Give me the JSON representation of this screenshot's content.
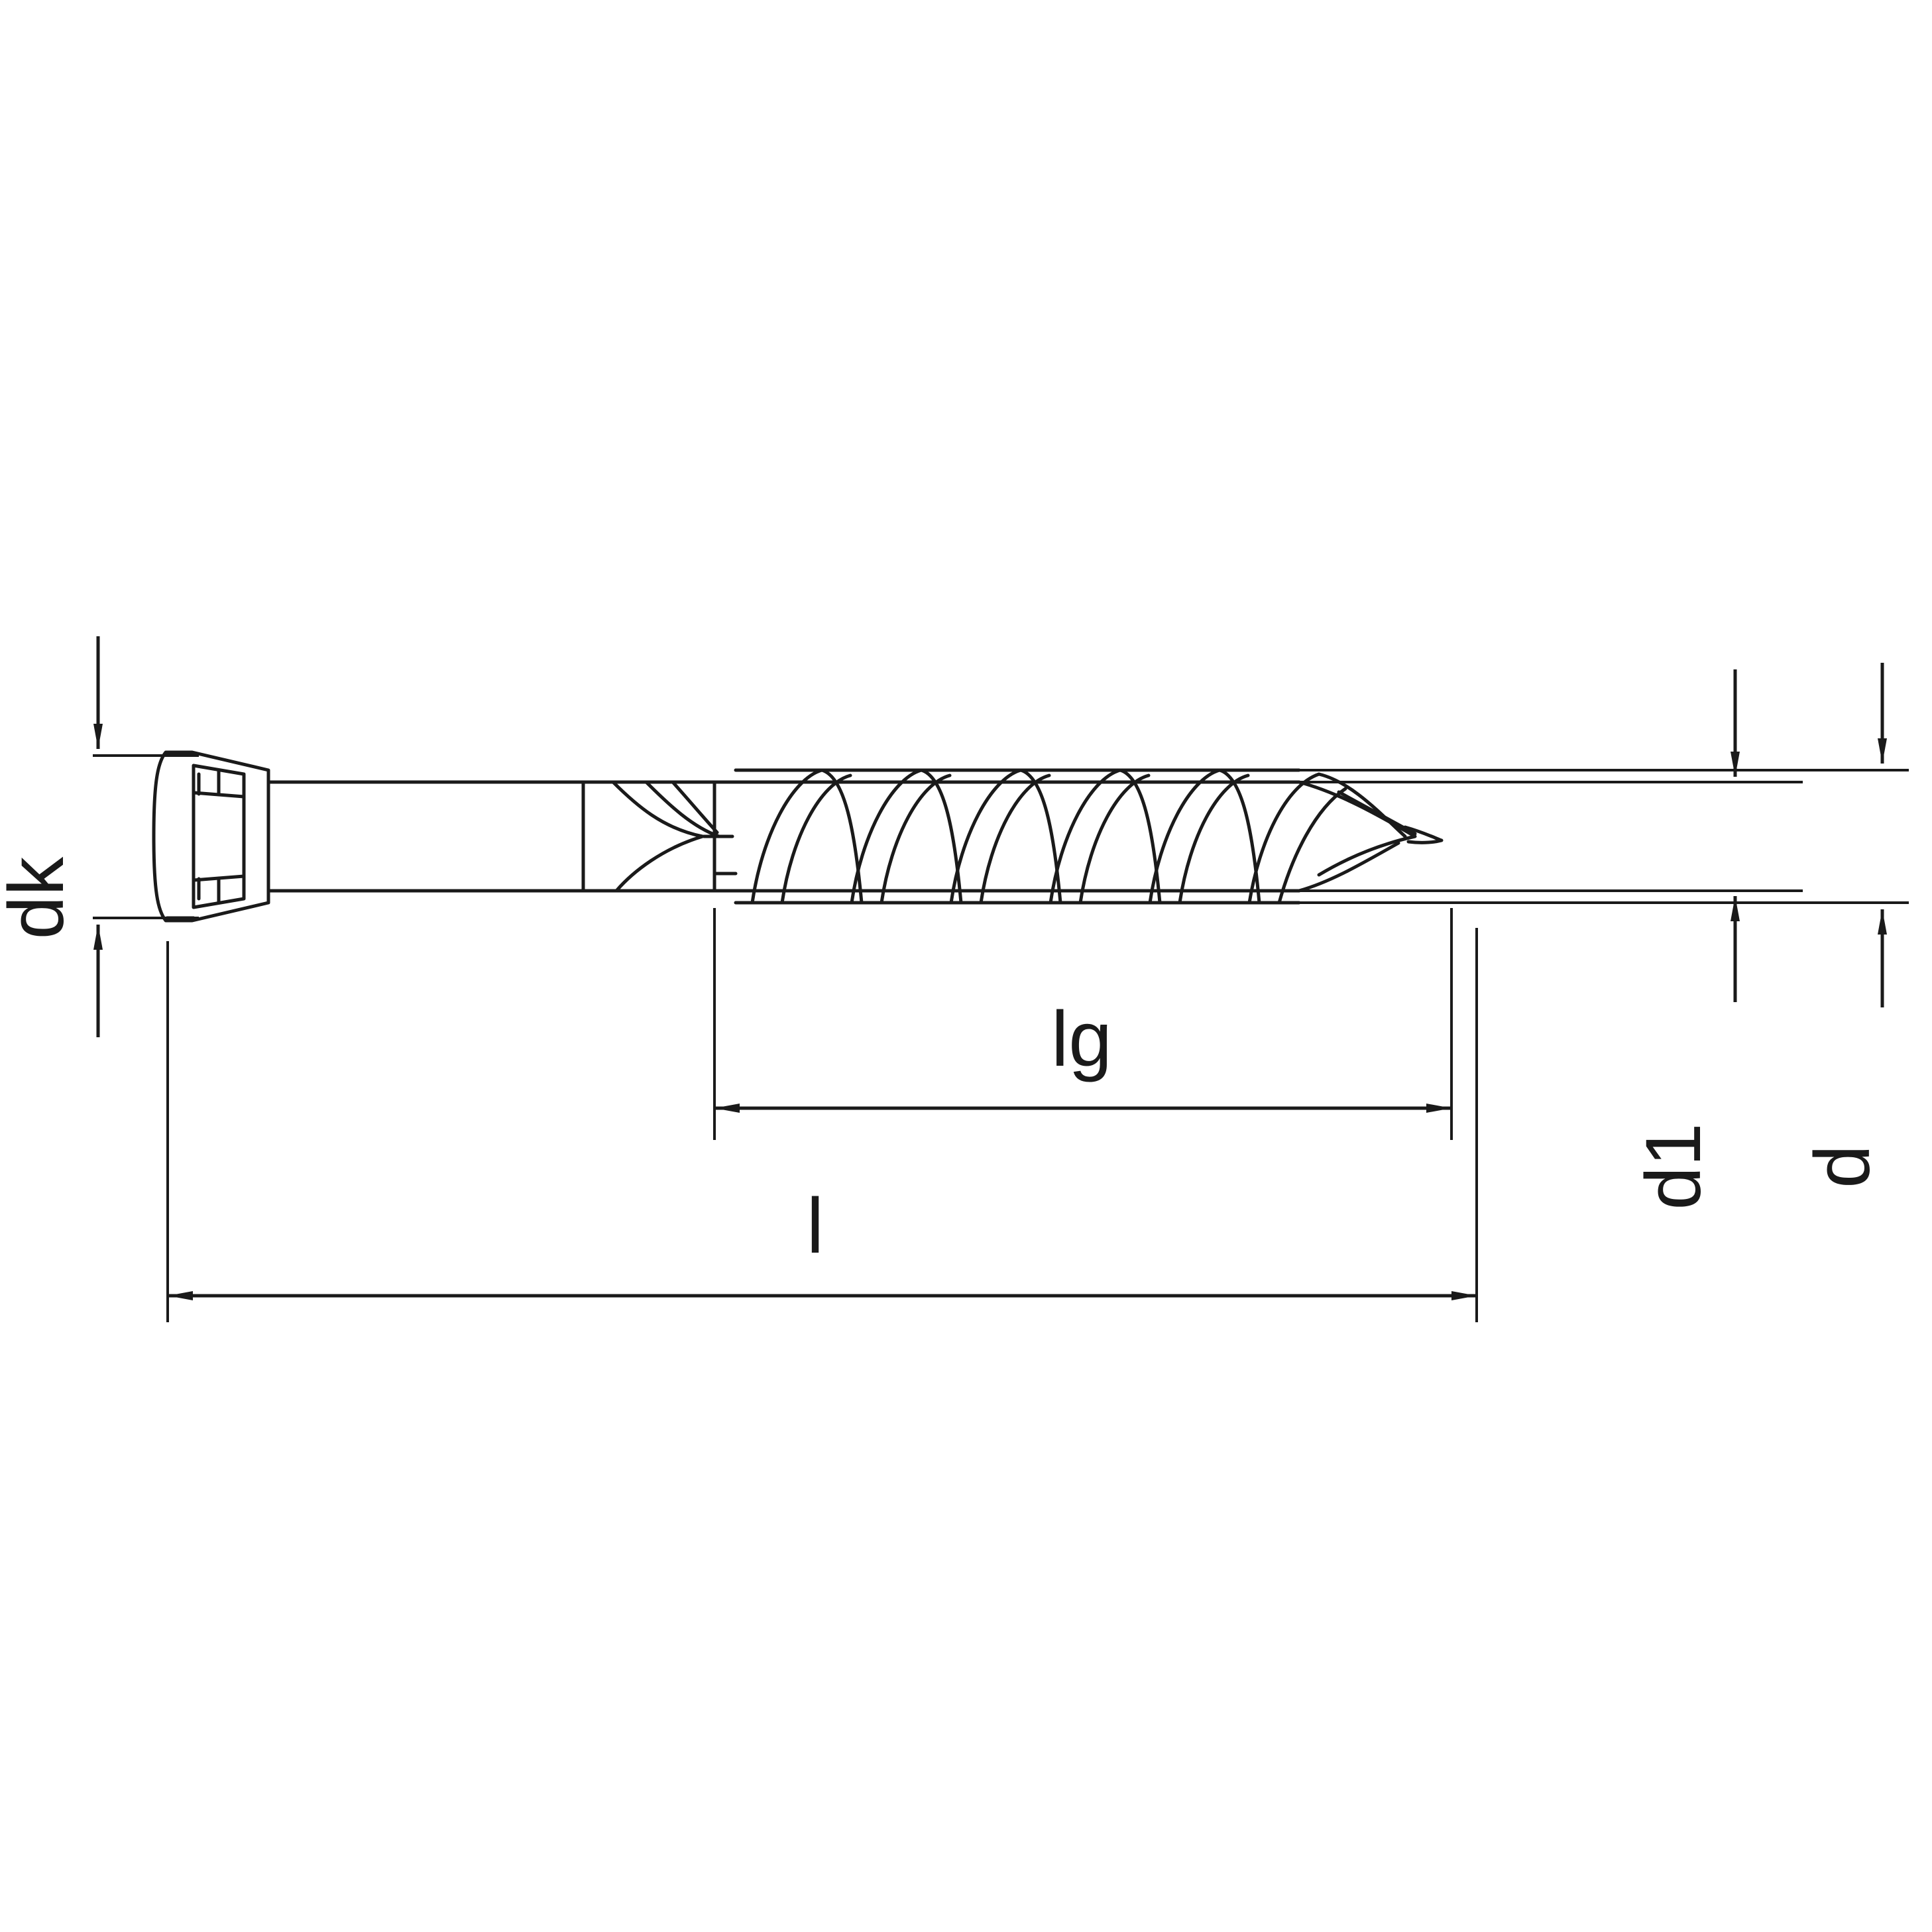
{
  "diagram": {
    "title": "Technical drawing of a countersunk head wood screw with dimension callouts",
    "background_color": "#ffffff",
    "line_color": "#1a1a1a",
    "labels": {
      "head_diameter": "dk",
      "thread_length": "lg",
      "total_length": "l",
      "core_diameter": "d1",
      "outer_diameter": "d"
    },
    "label_orientation": {
      "head_diameter": "vertical",
      "thread_length": "horizontal",
      "total_length": "horizontal",
      "core_diameter": "vertical",
      "outer_diameter": "vertical"
    }
  }
}
